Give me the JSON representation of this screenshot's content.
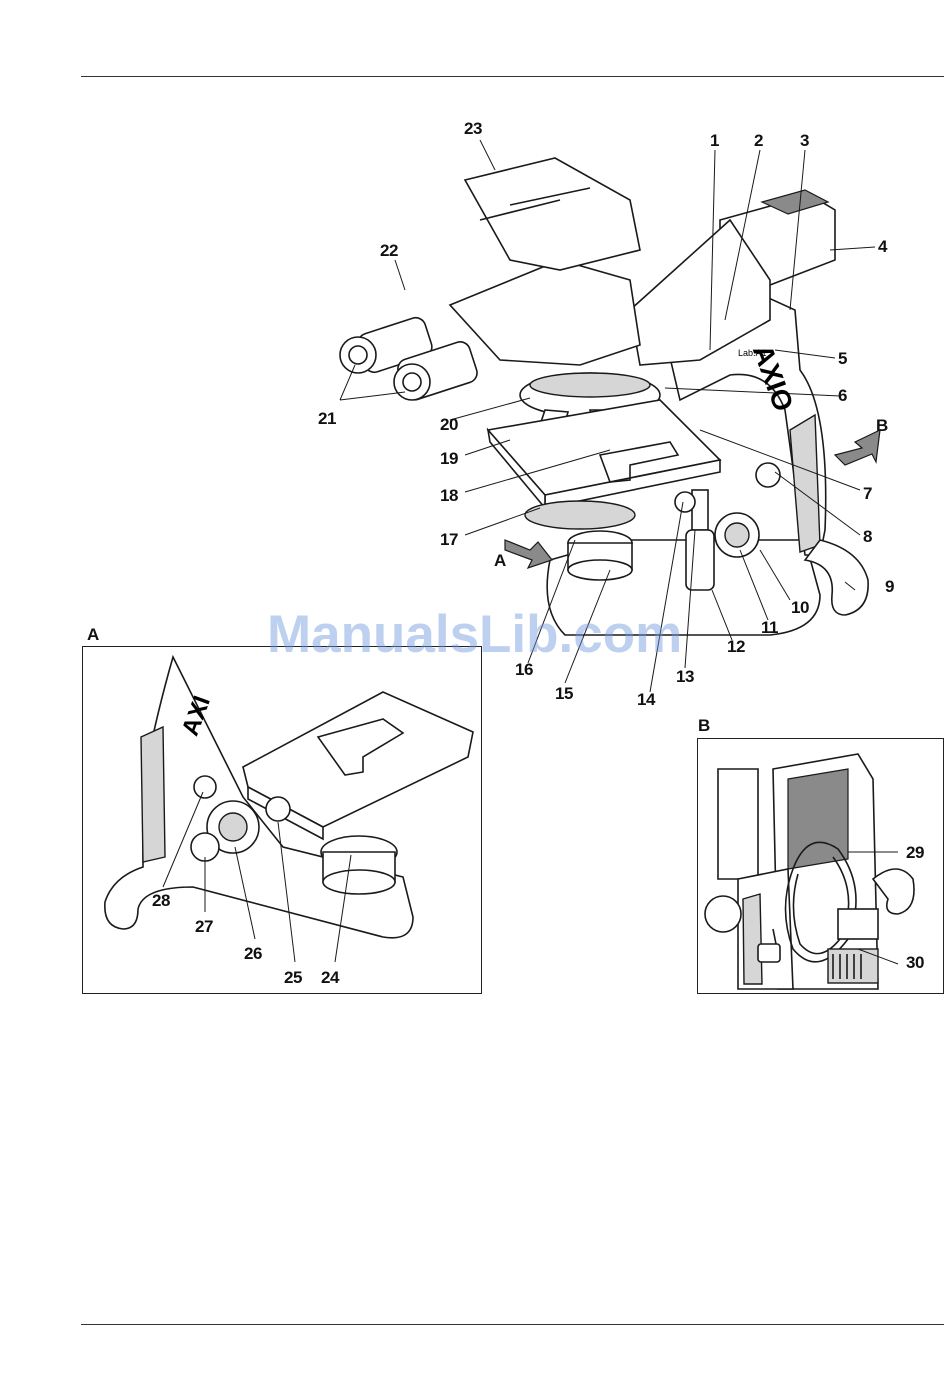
{
  "watermark": "ManualsLib.com",
  "main_figure": {
    "labels": [
      "1",
      "2",
      "3",
      "4",
      "5",
      "6",
      "7",
      "8",
      "9",
      "10",
      "11",
      "12",
      "13",
      "14",
      "15",
      "16",
      "17",
      "18",
      "19",
      "20",
      "21",
      "22",
      "23"
    ],
    "arrow_labels": [
      "A",
      "B"
    ],
    "brand_text": "AXIO",
    "panel_text": "Lab.A1"
  },
  "inset_a": {
    "title": "A",
    "brand_text": "AXI",
    "labels": [
      "24",
      "25",
      "26",
      "27",
      "28"
    ]
  },
  "inset_b": {
    "title": "B",
    "labels": [
      "29",
      "30"
    ]
  }
}
